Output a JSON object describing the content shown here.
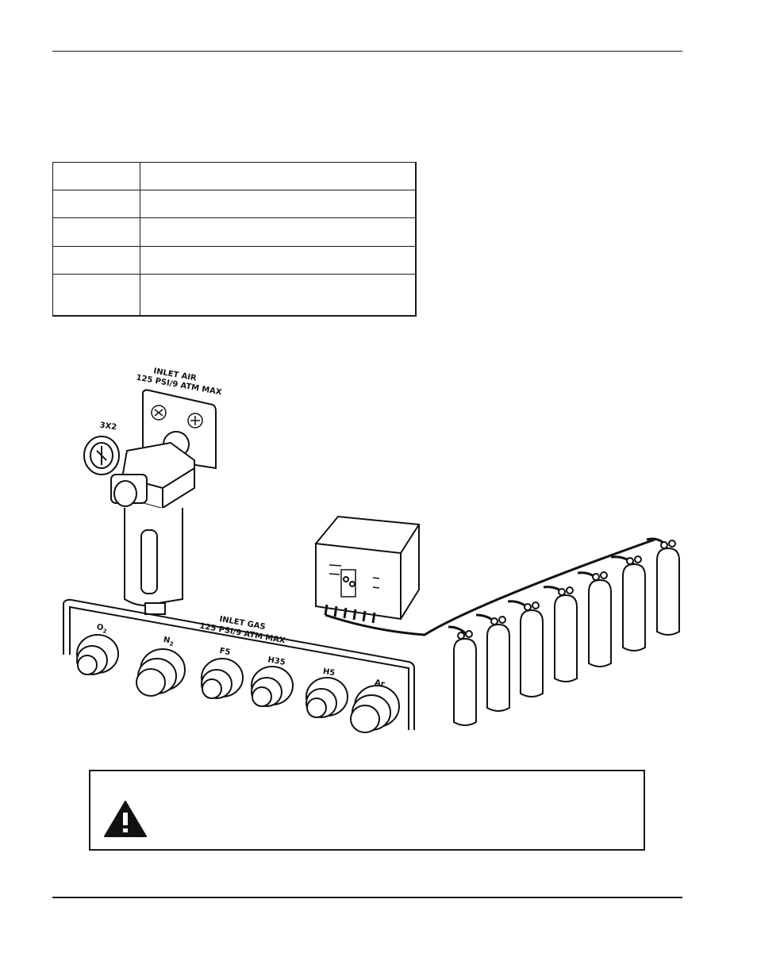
{
  "spec_table": {
    "rows": [
      {
        "col1": "",
        "col2": ""
      },
      {
        "col1": "",
        "col2": ""
      },
      {
        "col1": "",
        "col2": ""
      },
      {
        "col1": "",
        "col2": ""
      },
      {
        "col1": "",
        "col2": ""
      }
    ]
  },
  "figure": {
    "inlet_air_title": "INLET AIR",
    "inlet_air_rating": "125 PSI/9 ATM MAX",
    "gauge_label": "3X2",
    "inlet_gas_title": "INLET GAS",
    "inlet_gas_rating": "125 PSI/9 ATM MAX",
    "port_labels": [
      "O",
      "N",
      "F5",
      "H35",
      "H5",
      "Ar"
    ],
    "port_subscript": "2"
  },
  "warning": {
    "text": "",
    "icon": "warning-triangle-icon"
  }
}
